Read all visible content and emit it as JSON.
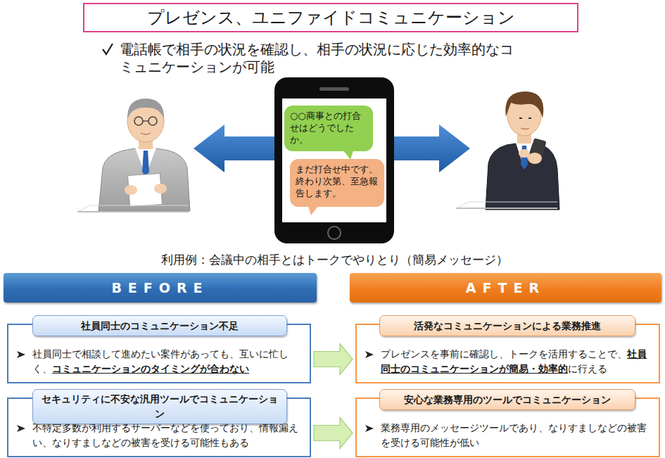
{
  "diagram": {
    "title": "プレゼンス、ユニファイドコミュニケーション",
    "caption": "利用例：会議中の相手とはトークでやりとり（簡易メッセージ）",
    "nodes": [
      {
        "text": [
          "○○商事との打合せはどうでしたか。"
        ]
      },
      {
        "text": [
          "まだ打合せ中です。終わり次第、至急報告します。"
        ]
      },
      {
        "text": [
          "BEFORE"
        ]
      },
      {
        "text": [
          "AFTER"
        ]
      },
      {
        "text": [
          "社員同士で相談して進めたい案件があっても、互いに忙しく、",
          "コミュニケーションのタイミングが合わない"
        ]
      },
      {
        "text": [
          "社員同士のコミュニケーション不足"
        ],
        "in": 4
      },
      {
        "text": [
          "プレゼンスを事前に確認し、トークを活用することで、",
          "社員同士のコミュニケーションが簡易・効率的",
          "に行える"
        ]
      },
      {
        "text": [
          "活発なコミュニケーションによる業務推進"
        ],
        "in": 6
      },
      {
        "text": [
          "不特定多数が利用するサーバーなどを使っており、情報漏えい、なりすましなどの被害を受ける可能性もある"
        ]
      },
      {
        "text": [
          "セキュリティに不安な汎用ツールでコミュニケーション"
        ],
        "in": 8
      },
      {
        "text": [
          "業務専用のメッセージツールであり、なりすましなどの被害を受ける可能性が低い"
        ]
      },
      {
        "text": [
          "安心な業務専用のツールでコミュニケーション"
        ],
        "in": 10
      }
    ],
    "edges": [
      {
        "from": 4,
        "to": 6,
        "arrow": "to"
      },
      {
        "from": 8,
        "to": 10,
        "arrow": "to"
      }
    ],
    "labels": [
      "電話帳で相手の状況を確認し、相手の状況に応じた効率的なコミュニケーションが可能"
    ]
  }
}
